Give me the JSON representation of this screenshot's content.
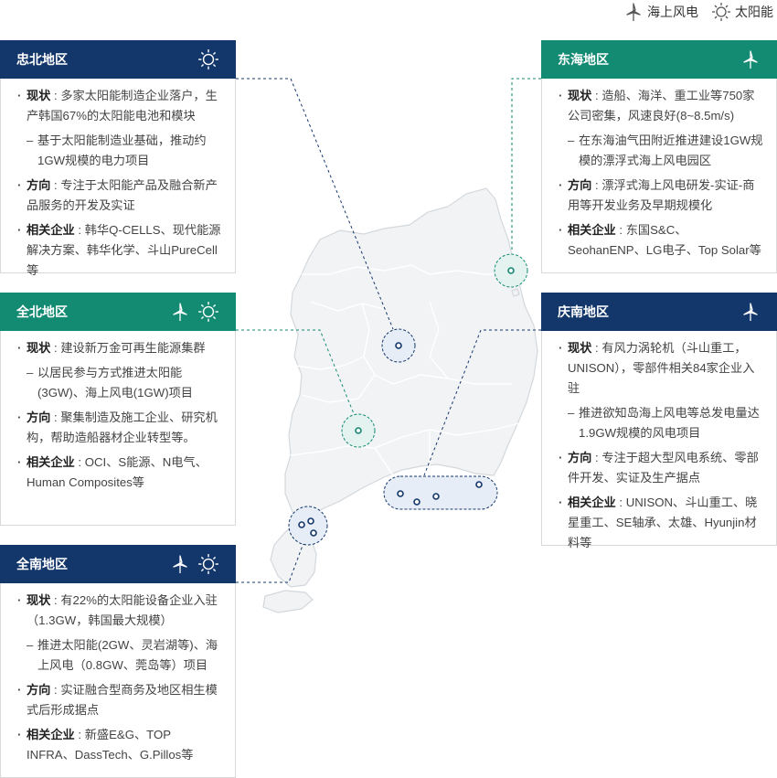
{
  "legend": {
    "wind": "海上风电",
    "solar": "太阳能"
  },
  "colors": {
    "navy": "#14376b",
    "green": "#138a72",
    "map_fill": "#f1f3f5",
    "map_stroke": "#d4d8dc"
  },
  "regions": {
    "chungbuk": {
      "title": "忠北地区",
      "icons": [
        "solar-icon"
      ],
      "status_label": "现状",
      "status": "多家太阳能制造企业落户，生产韩国67%的太阳能电池和模块",
      "sub": "基于太阳能制造业基础，推动约1GW规模的电力项目",
      "direction_label": "方向",
      "direction": "专注于太阳能产品及融合新产品服务的开发及实证",
      "companies_label": "相关企业",
      "companies": "韩华Q-CELLS、现代能源解决方案、韩华化学、斗山PureCell等"
    },
    "jeonbuk": {
      "title": "全北地区",
      "icons": [
        "wind-turbine-icon",
        "solar-icon"
      ],
      "status_label": "现状",
      "status": "建设新万金可再生能源集群",
      "sub": "以居民参与方式推进太阳能(3GW)、海上风电(1GW)项目",
      "direction_label": "方向",
      "direction": "聚集制造及施工企业、研究机构，帮助造船器材企业转型等。",
      "companies_label": "相关企业",
      "companies": "OCI、S能源、N电气、Human Composites等"
    },
    "jeonnam": {
      "title": "全南地区",
      "icons": [
        "wind-turbine-icon",
        "solar-icon"
      ],
      "status_label": "现状",
      "status": "有22%的太阳能设备企业入驻（1.3GW，韩国最大规模）",
      "sub": "推进太阳能(2GW、灵岩湖等)、海上风电（0.8GW、莞岛等）项目",
      "direction_label": "方向",
      "direction": "实证融合型商务及地区相生模式后形成据点",
      "companies_label": "相关企业",
      "companies": "新盛E&G、TOP INFRA、DassTech、G.Pillos等"
    },
    "donghae": {
      "title": "东海地区",
      "icons": [
        "wind-turbine-icon"
      ],
      "status_label": "现状",
      "status": "造船、海洋、重工业等750家公司密集，风速良好(8~8.5m/s)",
      "sub": "在东海油气田附近推进建设1GW规模的漂浮式海上风电园区",
      "direction_label": "方向",
      "direction": "漂浮式海上风电研发-实证-商用等开发业务及早期规模化",
      "companies_label": "相关企业",
      "companies": "东国S&C、SeohanENP、LG电子、Top Solar等"
    },
    "gyeongnam": {
      "title": "庆南地区",
      "icons": [
        "wind-turbine-icon"
      ],
      "status_label": "现状",
      "status": "有风力涡轮机（斗山重工，UNISON），零部件相关84家企业入驻",
      "sub": "推进欲知岛海上风电等总发电量达1.9GW规模的风电项目",
      "direction_label": "方向",
      "direction": "专注于超大型风电系统、零部件开发、实证及生产据点",
      "companies_label": "相关企业",
      "companies": "UNISON、斗山重工、晓星重工、SE轴承、太雄、Hyunjin材料等"
    }
  }
}
